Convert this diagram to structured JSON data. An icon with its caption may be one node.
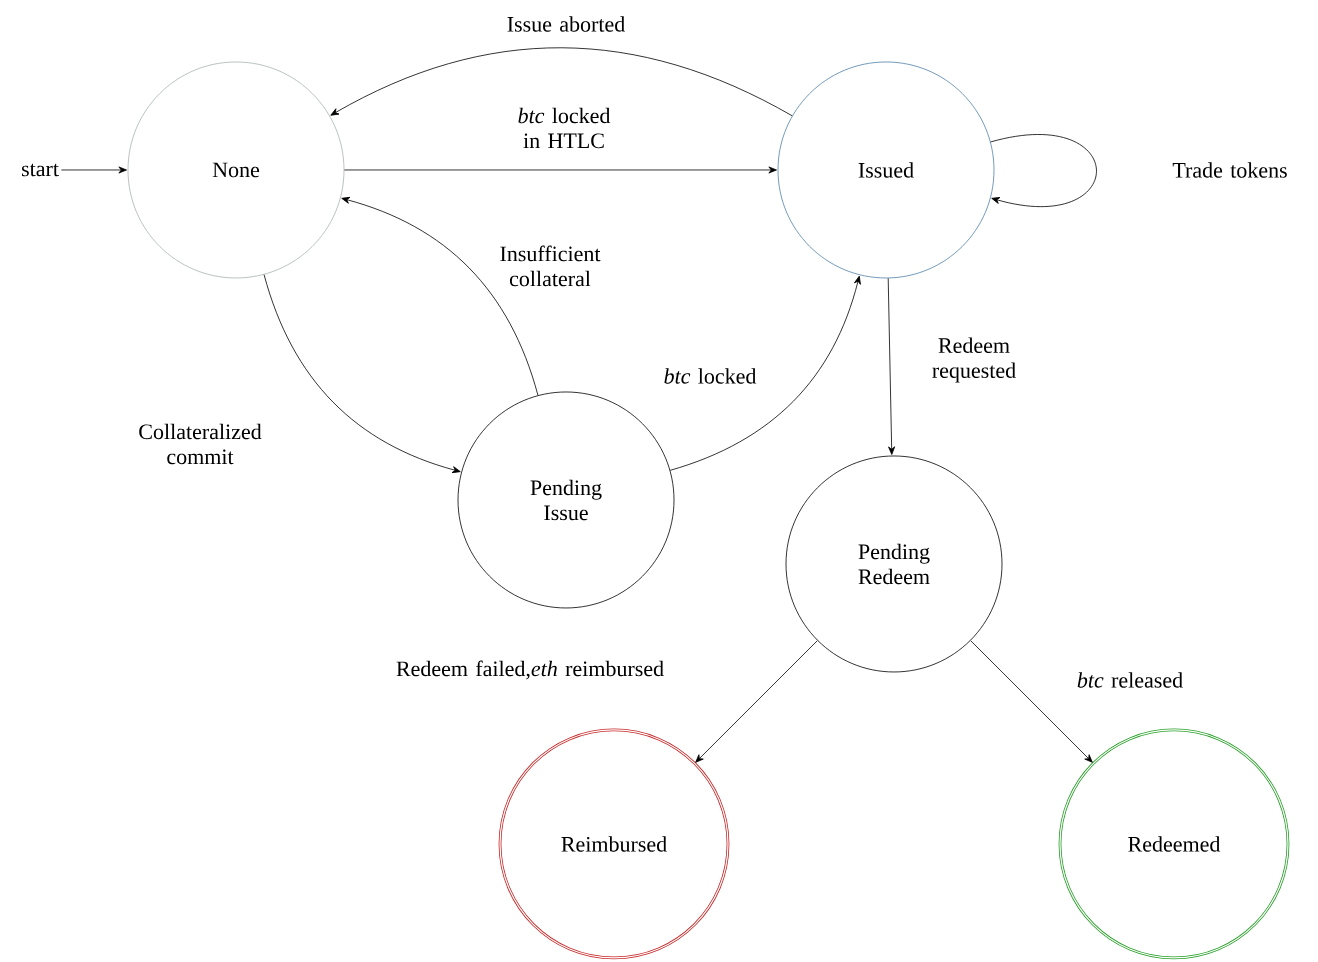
{
  "diagram": {
    "nodes": [
      {
        "text": [
          "start"
        ]
      },
      {
        "text": [
          "None"
        ]
      },
      {
        "text": [
          "Issued"
        ]
      },
      {
        "text": [
          "Pending Issue"
        ]
      },
      {
        "text": [
          "Pending Redeem"
        ]
      },
      {
        "text": [
          "Reimbursed"
        ]
      },
      {
        "text": [
          "Redeemed"
        ]
      }
    ],
    "edges": [
      {
        "from": 0,
        "to": 1,
        "arrow": "to"
      },
      {
        "from": 1,
        "to": 2,
        "arrow": "to",
        "label": "*btc* locked in HTLC"
      },
      {
        "from": 2,
        "to": 1,
        "arrow": "to",
        "label": "Issue aborted"
      },
      {
        "from": 2,
        "to": 2,
        "arrow": "to",
        "label": "Trade tokens"
      },
      {
        "from": 1,
        "to": 3,
        "arrow": "to",
        "label": "Collateralized commit"
      },
      {
        "from": 3,
        "to": 1,
        "arrow": "to",
        "label": "Insufficient collateral"
      },
      {
        "from": 3,
        "to": 2,
        "arrow": "to",
        "label": "*btc* locked"
      },
      {
        "from": 2,
        "to": 4,
        "arrow": "to",
        "label": "Redeem requested"
      },
      {
        "from": 4,
        "to": 5,
        "arrow": "to",
        "label": "Redeem failed,*eth* reimbursed"
      },
      {
        "from": 4,
        "to": 6,
        "arrow": "to",
        "label": "*btc* released"
      }
    ]
  }
}
